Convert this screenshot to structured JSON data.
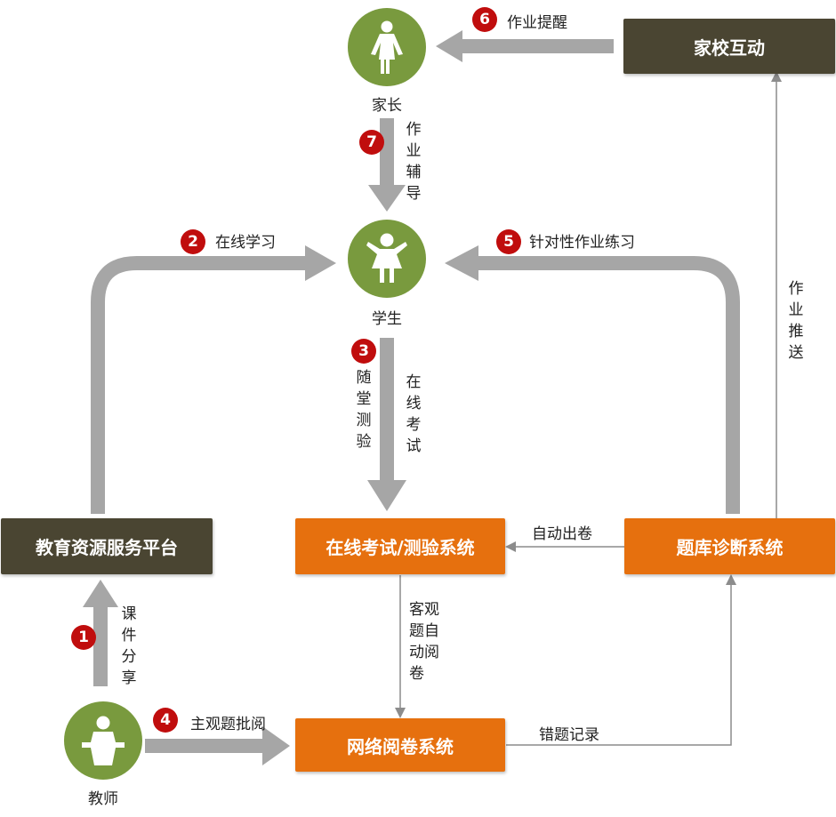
{
  "colors": {
    "dark_box": "#4a4532",
    "orange_box": "#e6700e",
    "circle_green": "#799a3e",
    "badge_red": "#c00d0d",
    "thick_arrow": "#a6a6a6",
    "thin_line": "#8c8c8c"
  },
  "nodes": {
    "parent": {
      "label": "家长",
      "icon": "woman-icon"
    },
    "student": {
      "label": "学生",
      "icon": "child-icon"
    },
    "teacher": {
      "label": "教师",
      "icon": "teacher-podium-icon"
    },
    "home_school": "家校互动",
    "resource_platform": "教育资源服务平台",
    "exam_system": "在线考试/测验系统",
    "question_bank": "题库诊断系统",
    "marking_system": "网络阅卷系统"
  },
  "flows": {
    "homework_reminder": {
      "num": "6",
      "label": "作业提醒"
    },
    "homework_tutoring": {
      "num": "7",
      "label": "作业辅导"
    },
    "online_learning": {
      "num": "2",
      "label": "在线学习"
    },
    "targeted_practice": {
      "num": "5",
      "label": "针对性作业练习"
    },
    "classroom_quiz": {
      "num": "3",
      "label": "随堂测验"
    },
    "online_exam": {
      "label": "在线考试"
    },
    "homework_push": {
      "label": "作业推送"
    },
    "auto_paper": {
      "label": "自动出卷"
    },
    "courseware_share": {
      "num": "1",
      "label": "课件分享"
    },
    "auto_marking": {
      "label": "客观题自动阅卷"
    },
    "subjective_marking": {
      "num": "4",
      "label": "主观题批阅"
    },
    "wrong_records": {
      "label": "错题记录"
    }
  }
}
